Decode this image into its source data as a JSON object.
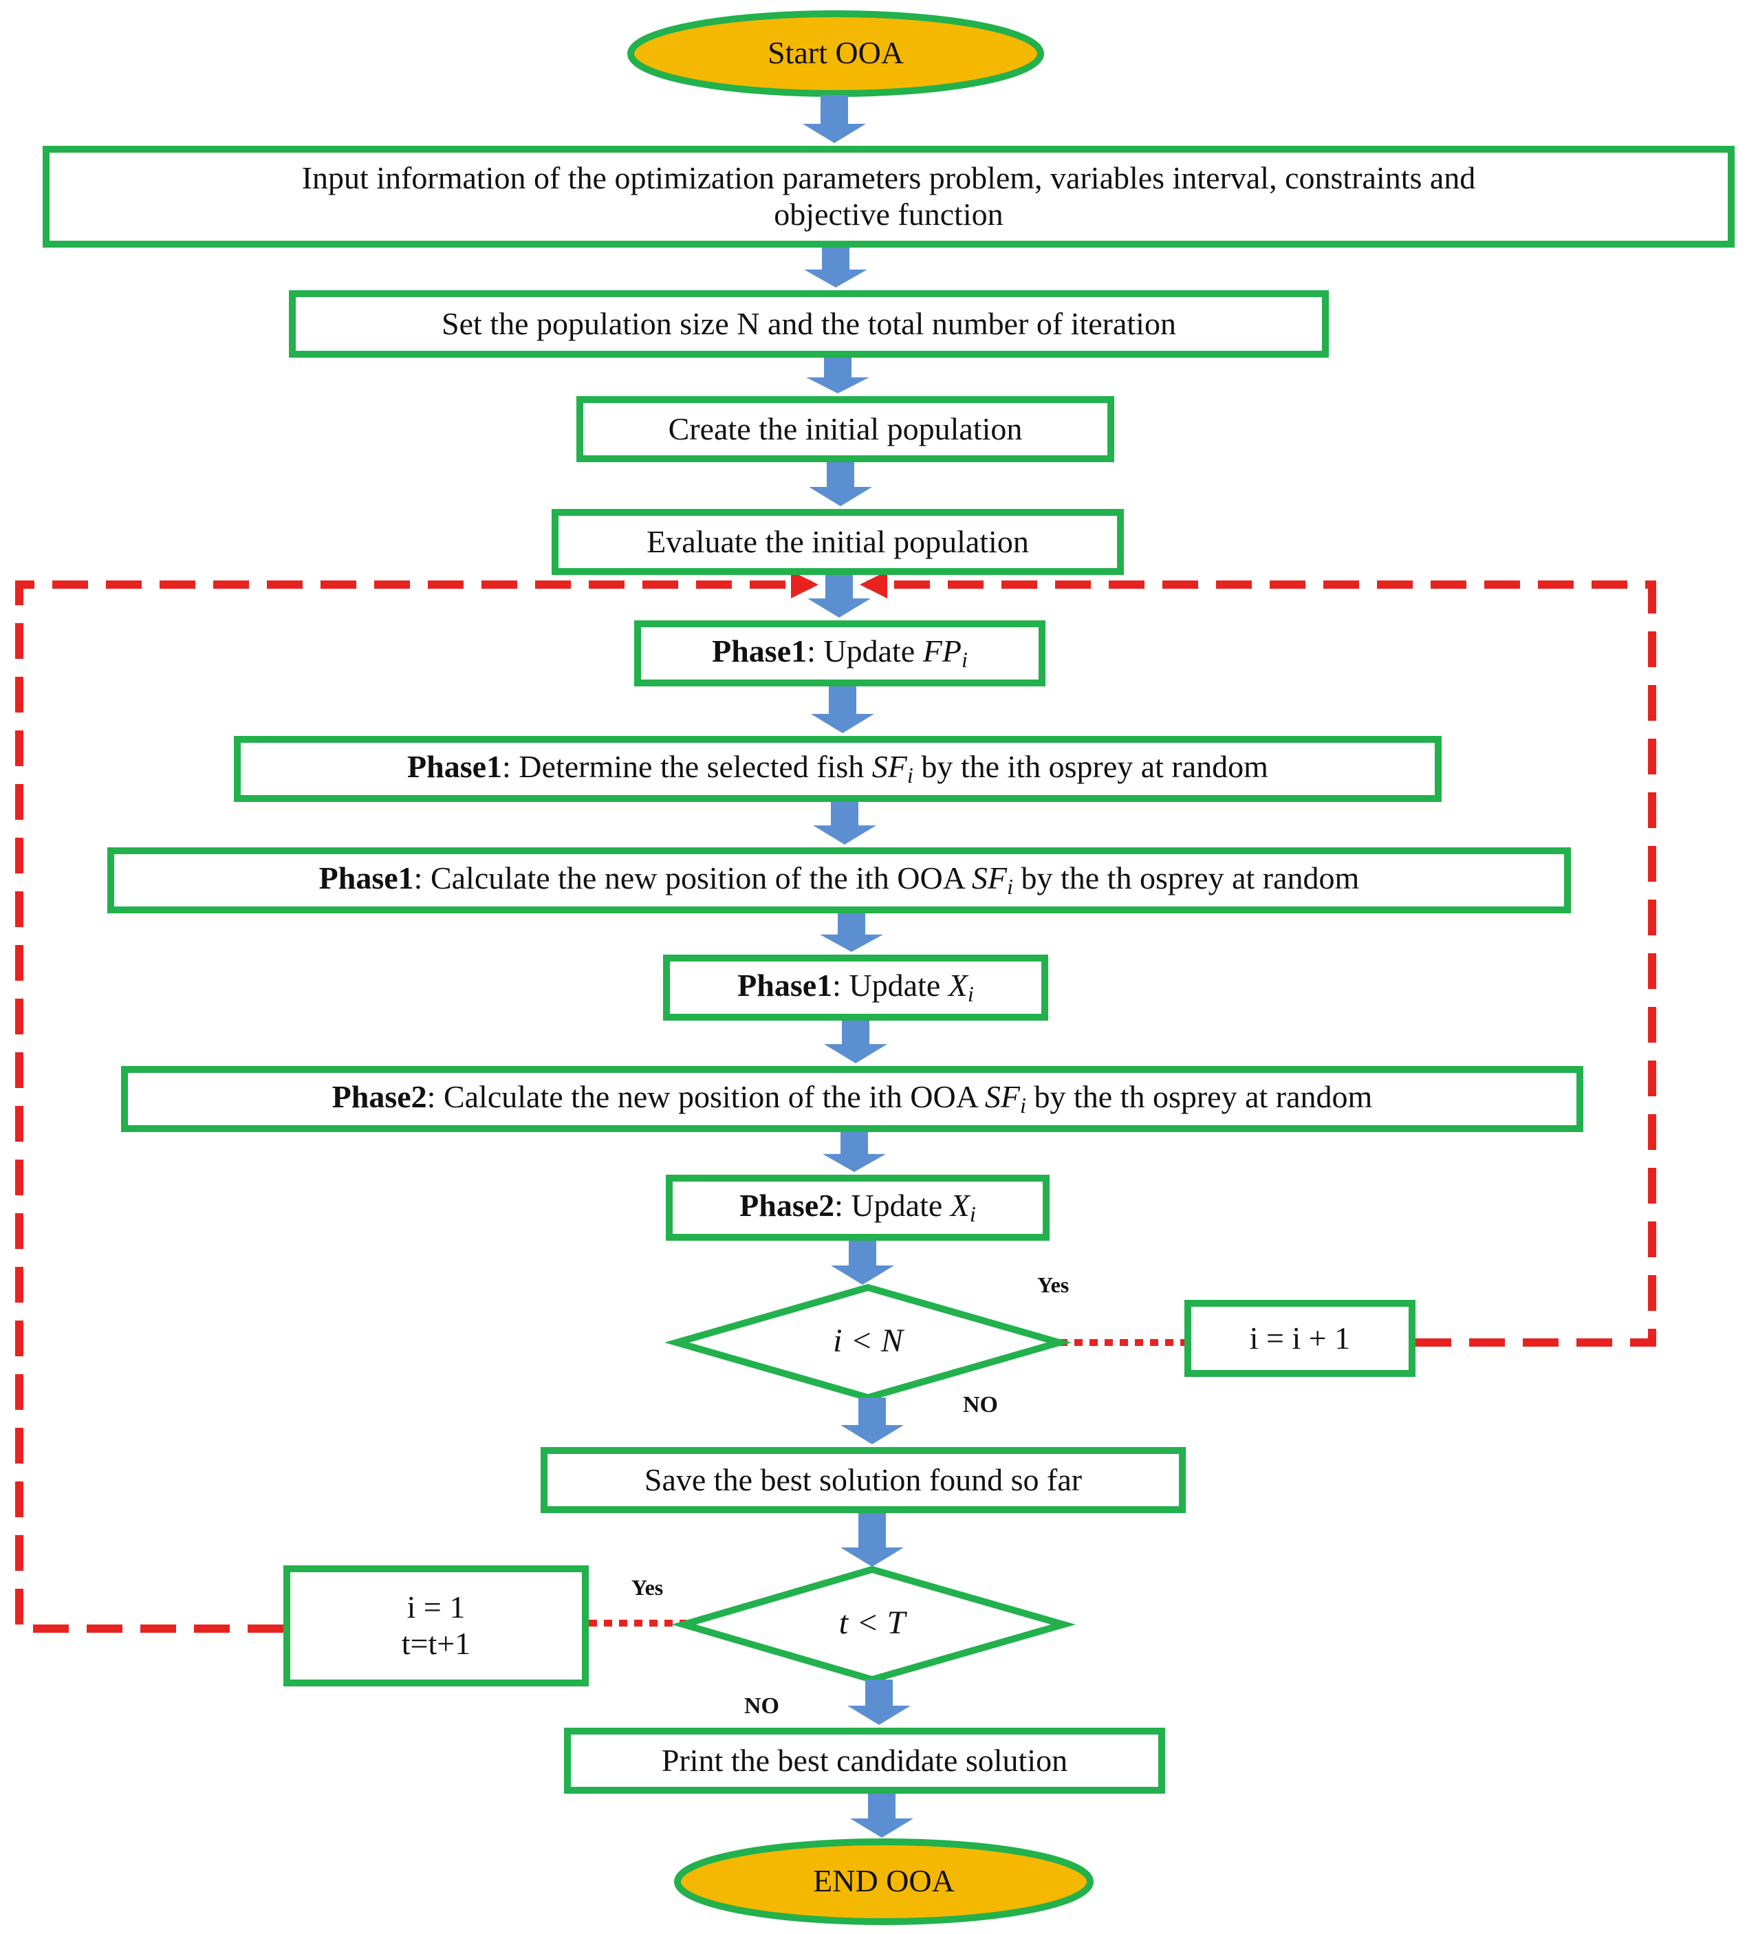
{
  "colors": {
    "box_border": "#22b14c",
    "terminal_fill": "#f5b800",
    "arrow": "#5b8fd1",
    "loop_line": "#e8231f"
  },
  "nodes": {
    "start": "Start OOA",
    "input_line1": "Input information of the optimization parameters problem, variables interval, constraints and",
    "input_line2": "objective function",
    "set_pop": "Set the population size N and the total number of iteration",
    "create_pop": "Create the initial population",
    "eval_pop": "Evaluate the initial population",
    "p1_update_fp": {
      "phase": "Phase1",
      "text": ": Update ",
      "math": "FP",
      "sub": "i"
    },
    "p1_select": {
      "phase": "Phase1",
      "text": ": Determine the selected fish ",
      "math": "SF",
      "sub": "i",
      "tail": " by the ith osprey at random"
    },
    "p1_calc": {
      "phase": "Phase1",
      "text": ": Calculate the new position of the ith OOA ",
      "math": "SF",
      "sub": "i",
      "tail": " by the th osprey at random"
    },
    "p1_update_x": {
      "phase": "Phase1",
      "text": ": Update ",
      "math": "X",
      "sub": "i"
    },
    "p2_calc": {
      "phase": "Phase2",
      "text": ": Calculate the new position of the ith OOA ",
      "math": "SF",
      "sub": "i",
      "tail": " by the th osprey at random"
    },
    "p2_update_x": {
      "phase": "Phase2",
      "text": ": Update ",
      "math": "X",
      "sub": "i"
    },
    "decision_i": "i < N",
    "inc_i": "i = i + 1",
    "save_best": "Save the best solution found so far",
    "decision_t": "t < T",
    "reset_line1": "i = 1",
    "reset_line2": "t=t+1",
    "print_best": "Print the best candidate solution",
    "end": "END OOA"
  },
  "labels": {
    "yes_1": "Yes",
    "no_1": "NO",
    "yes_2": "Yes",
    "no_2": "NO"
  }
}
